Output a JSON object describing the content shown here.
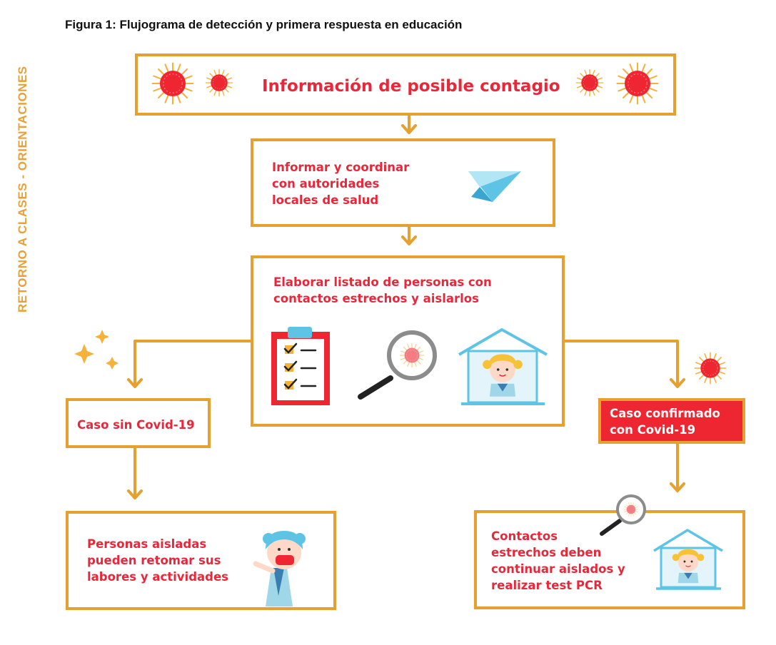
{
  "side_label": "RETORNO A CLASES - ORIENTACIONES",
  "figure_title": "Figura 1: Flujograma de detección y primera respuesta en educación",
  "colors": {
    "border": "#e6a030",
    "text_red": "#e8283a",
    "confirmed_fill": "#ee2631",
    "side_label": "#e8a13a"
  },
  "nodes": {
    "info": {
      "label": "Información de posible contagio"
    },
    "coordinate": {
      "lines": [
        "Informar y coordinar",
        "con autoridades",
        "locales de salud"
      ]
    },
    "list": {
      "lines": [
        "Elaborar listado de personas con",
        "contactos estrechos y aislarlos"
      ]
    },
    "no_covid": {
      "label": "Caso sin Covid-19"
    },
    "confirmed": {
      "lines": [
        "Caso confirmado",
        "con Covid-19"
      ]
    },
    "resume": {
      "lines": [
        "Personas aisladas",
        "pueden retomar sus",
        "labores y actividades"
      ]
    },
    "contacts": {
      "lines": [
        "Contactos",
        "estrechos deben",
        "continuar aislados y",
        "realizar test PCR"
      ]
    }
  },
  "icons": [
    "virus-icon",
    "paper-plane-icon",
    "clipboard-checklist-icon",
    "magnifier-virus-icon",
    "child-at-home-icon",
    "sparkles-icon",
    "masked-child-icon"
  ]
}
